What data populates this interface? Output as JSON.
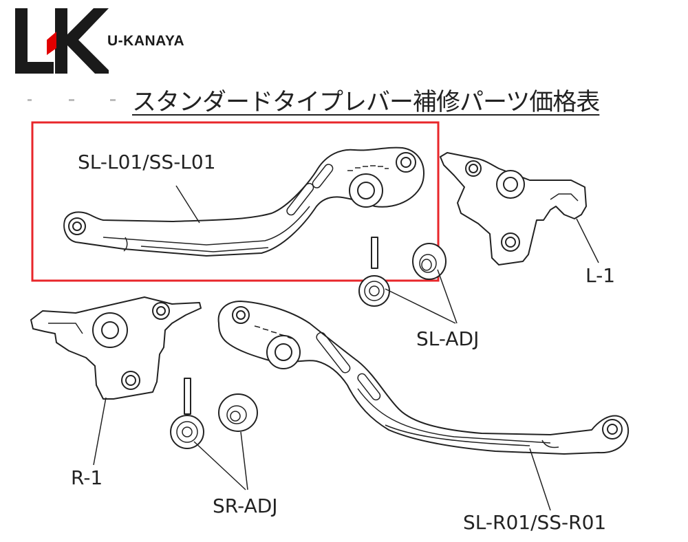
{
  "logo": {
    "name": "U-KANAYA",
    "colors": {
      "dark": "#1a1a1a",
      "accent": "#e10000"
    }
  },
  "title": "スタンダードタイプレバー補修パーツ価格表",
  "highlight": {
    "color": "#e8262a"
  },
  "parts": {
    "left_lever": "SL-L01/SS-L01",
    "left_bracket": "L-1",
    "left_adjuster": "SL-ADJ",
    "right_bracket": "R-1",
    "right_adjuster": "SR-ADJ",
    "right_lever": "SL-R01/SS-R01"
  }
}
